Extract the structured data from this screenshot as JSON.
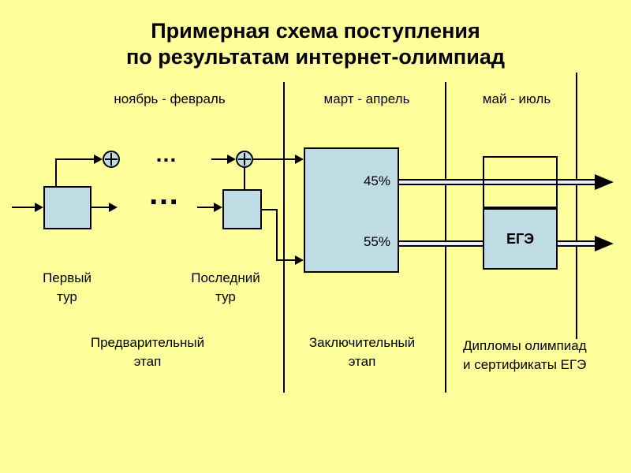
{
  "slide": {
    "title_line1": "Примерная схема поступления",
    "title_line2": "по результатам интернет-олимпиад"
  },
  "timeline": {
    "period_1": "ноябрь - февраль",
    "period_2": "март - апрель",
    "period_3": "май - июль"
  },
  "diagram": {
    "first_tour_line1": "Первый",
    "first_tour_line2": "тур",
    "last_tour_line1": "Последний",
    "last_tour_line2": "тур",
    "dots_top": "…",
    "dots_middle": "…",
    "percent_top": "45%",
    "percent_bottom": "55%",
    "ege_label": "ЕГЭ"
  },
  "stages": {
    "preliminary_line1": "Предварительный",
    "preliminary_line2": "этап",
    "final_line1": "Заключительный",
    "final_line2": "этап",
    "results_line1": "Дипломы олимпиад",
    "results_line2": "и сертификаты ЕГЭ"
  },
  "colors": {
    "background": "#FFFF9C",
    "box_fill": "#BFDBE4",
    "line": "#000000"
  }
}
